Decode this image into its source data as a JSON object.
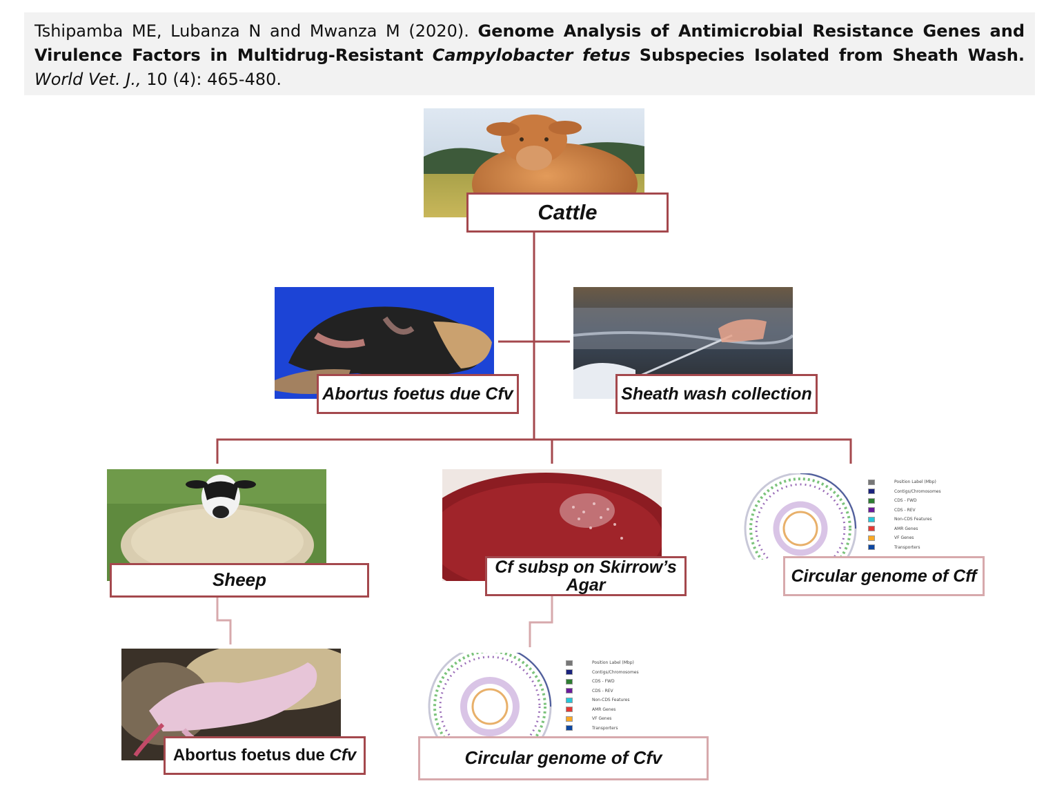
{
  "citation": {
    "authors": "Tshipamba ME, Lubanza N and Mwanza M (2020).",
    "title": "Genome Analysis of Antimicrobial Resistance Genes and Virulence Factors in Multidrug-Resistant",
    "species": "Campylobacter fetus",
    "title_end": "Subspecies Isolated from Sheath Wash.",
    "journal": "World Vet. J.,",
    "volume": "10 (4): 465-480."
  },
  "nodes": {
    "cattle": "Cattle",
    "abortus_cattle": "Abortus foetus due Cfv",
    "sheath": "Sheath wash collection",
    "sheep": "Sheep",
    "skirrow": "Cf subsp on Skirrow’s Agar",
    "cff": "Circular genome of Cff",
    "abortus_sheep_text": "Abortus foetus due",
    "abortus_sheep_ital": "Cfv",
    "cfv": "Circular genome of Cfv"
  },
  "genome_legend": [
    "Position Label (Mbp)",
    "Contigs/Chromosomes",
    "CDS - FWD",
    "CDS - REV",
    "Non-CDS Features",
    "AMR Genes",
    "VF Genes",
    "Transporters"
  ],
  "colors": {
    "connector": "#a4484d",
    "connector_faded": "#d7a9ac",
    "citation_bg": "#f2f2f2",
    "legend_swatches": [
      "#777777",
      "#1a237e",
      "#2e7d32",
      "#6a1b9a",
      "#26c6da",
      "#e53935",
      "#f9a825",
      "#0d47a1"
    ]
  },
  "icons": [
    "cow-photo",
    "aborted-calf-photo",
    "sheath-wash-photo",
    "sheep-photo",
    "agar-plate-photo",
    "circular-genome-map",
    "aborted-lamb-photo"
  ]
}
